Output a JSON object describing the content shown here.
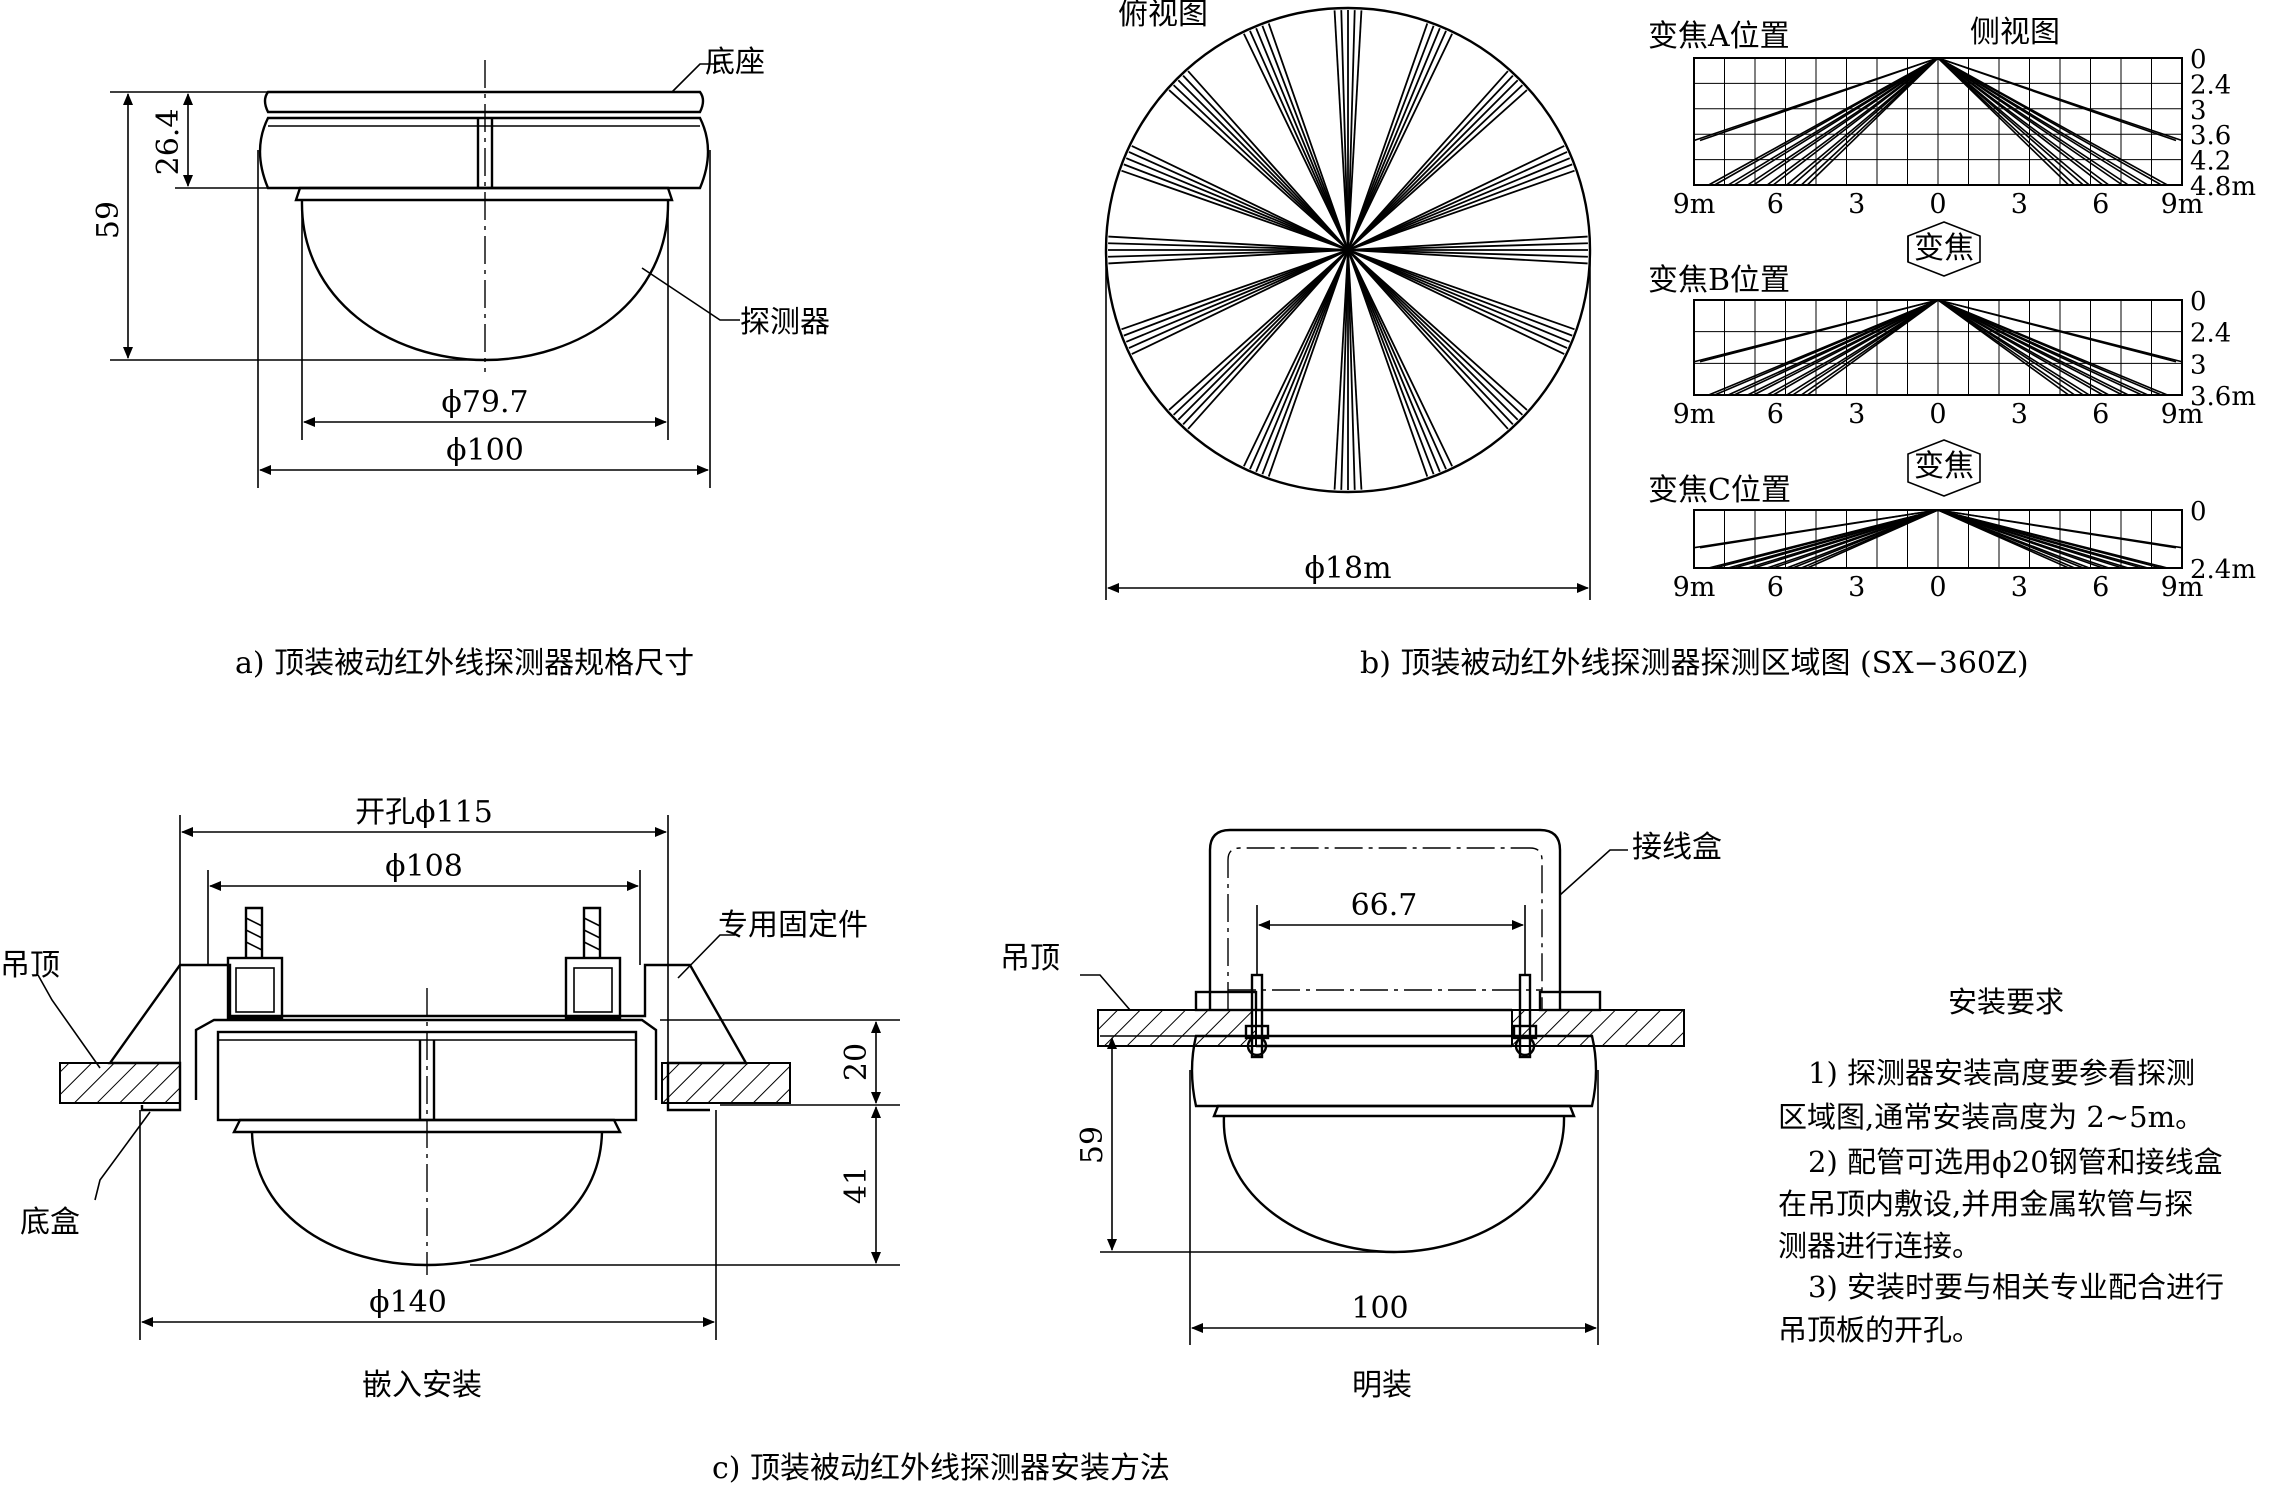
{
  "fig_a": {
    "label_base": "底座",
    "label_detector": "探测器",
    "dim_26_4": "26.4",
    "dim_59": "59",
    "dim_d79_7": "ϕ79.7",
    "dim_d100": "ϕ100",
    "caption": "a) 顶装被动红外线探测器规格尺寸"
  },
  "fig_b": {
    "top_view_label": "俯视图",
    "side_view_label": "侧视图",
    "diameter": "ϕ18m",
    "zoom_a": "变焦A位置",
    "zoom_b": "变焦B位置",
    "zoom_c": "变焦C位置",
    "zoom_arrow": "变焦",
    "heights_a": [
      "0",
      "2.4",
      "3",
      "3.6",
      "4.2",
      "4.8m"
    ],
    "heights_b": [
      "0",
      "2.4",
      "3",
      "3.6m"
    ],
    "heights_c": [
      "0",
      "2.4m"
    ],
    "x_ticks": [
      "9m",
      "6",
      "3",
      "0",
      "3",
      "6",
      "9m"
    ],
    "caption": "b) 顶装被动红外线探测器探测区域图 (SX−360Z)"
  },
  "fig_c_embedded": {
    "dim_hole": "开孔ϕ115",
    "dim_d108": "ϕ108",
    "label_ceiling": "吊顶",
    "label_fixture": "专用固定件",
    "label_box": "底盒",
    "dim_20": "20",
    "dim_41": "41",
    "dim_d140": "ϕ140",
    "caption": "嵌入安装"
  },
  "fig_c_surface": {
    "label_junction": "接线盒",
    "label_ceiling": "吊顶",
    "dim_66_7": "66.7",
    "dim_59": "59",
    "dim_100": "100",
    "caption": "明装"
  },
  "requirements": {
    "title": "安装要求",
    "item1_line1": "1) 探测器安装高度要参看探测",
    "item1_line2": "区域图,通常安装高度为 2~5m。",
    "item2_line1": "2) 配管可选用ϕ20钢管和接线盒",
    "item2_line2": "在吊顶内敷设,并用金属软管与探",
    "item2_line3": "测器进行连接。",
    "item3_line1": "3) 安装时要与相关专业配合进行",
    "item3_line2": "吊顶板的开孔。"
  },
  "fig_c_caption": "c) 顶装被动红外线探测器安装方法"
}
